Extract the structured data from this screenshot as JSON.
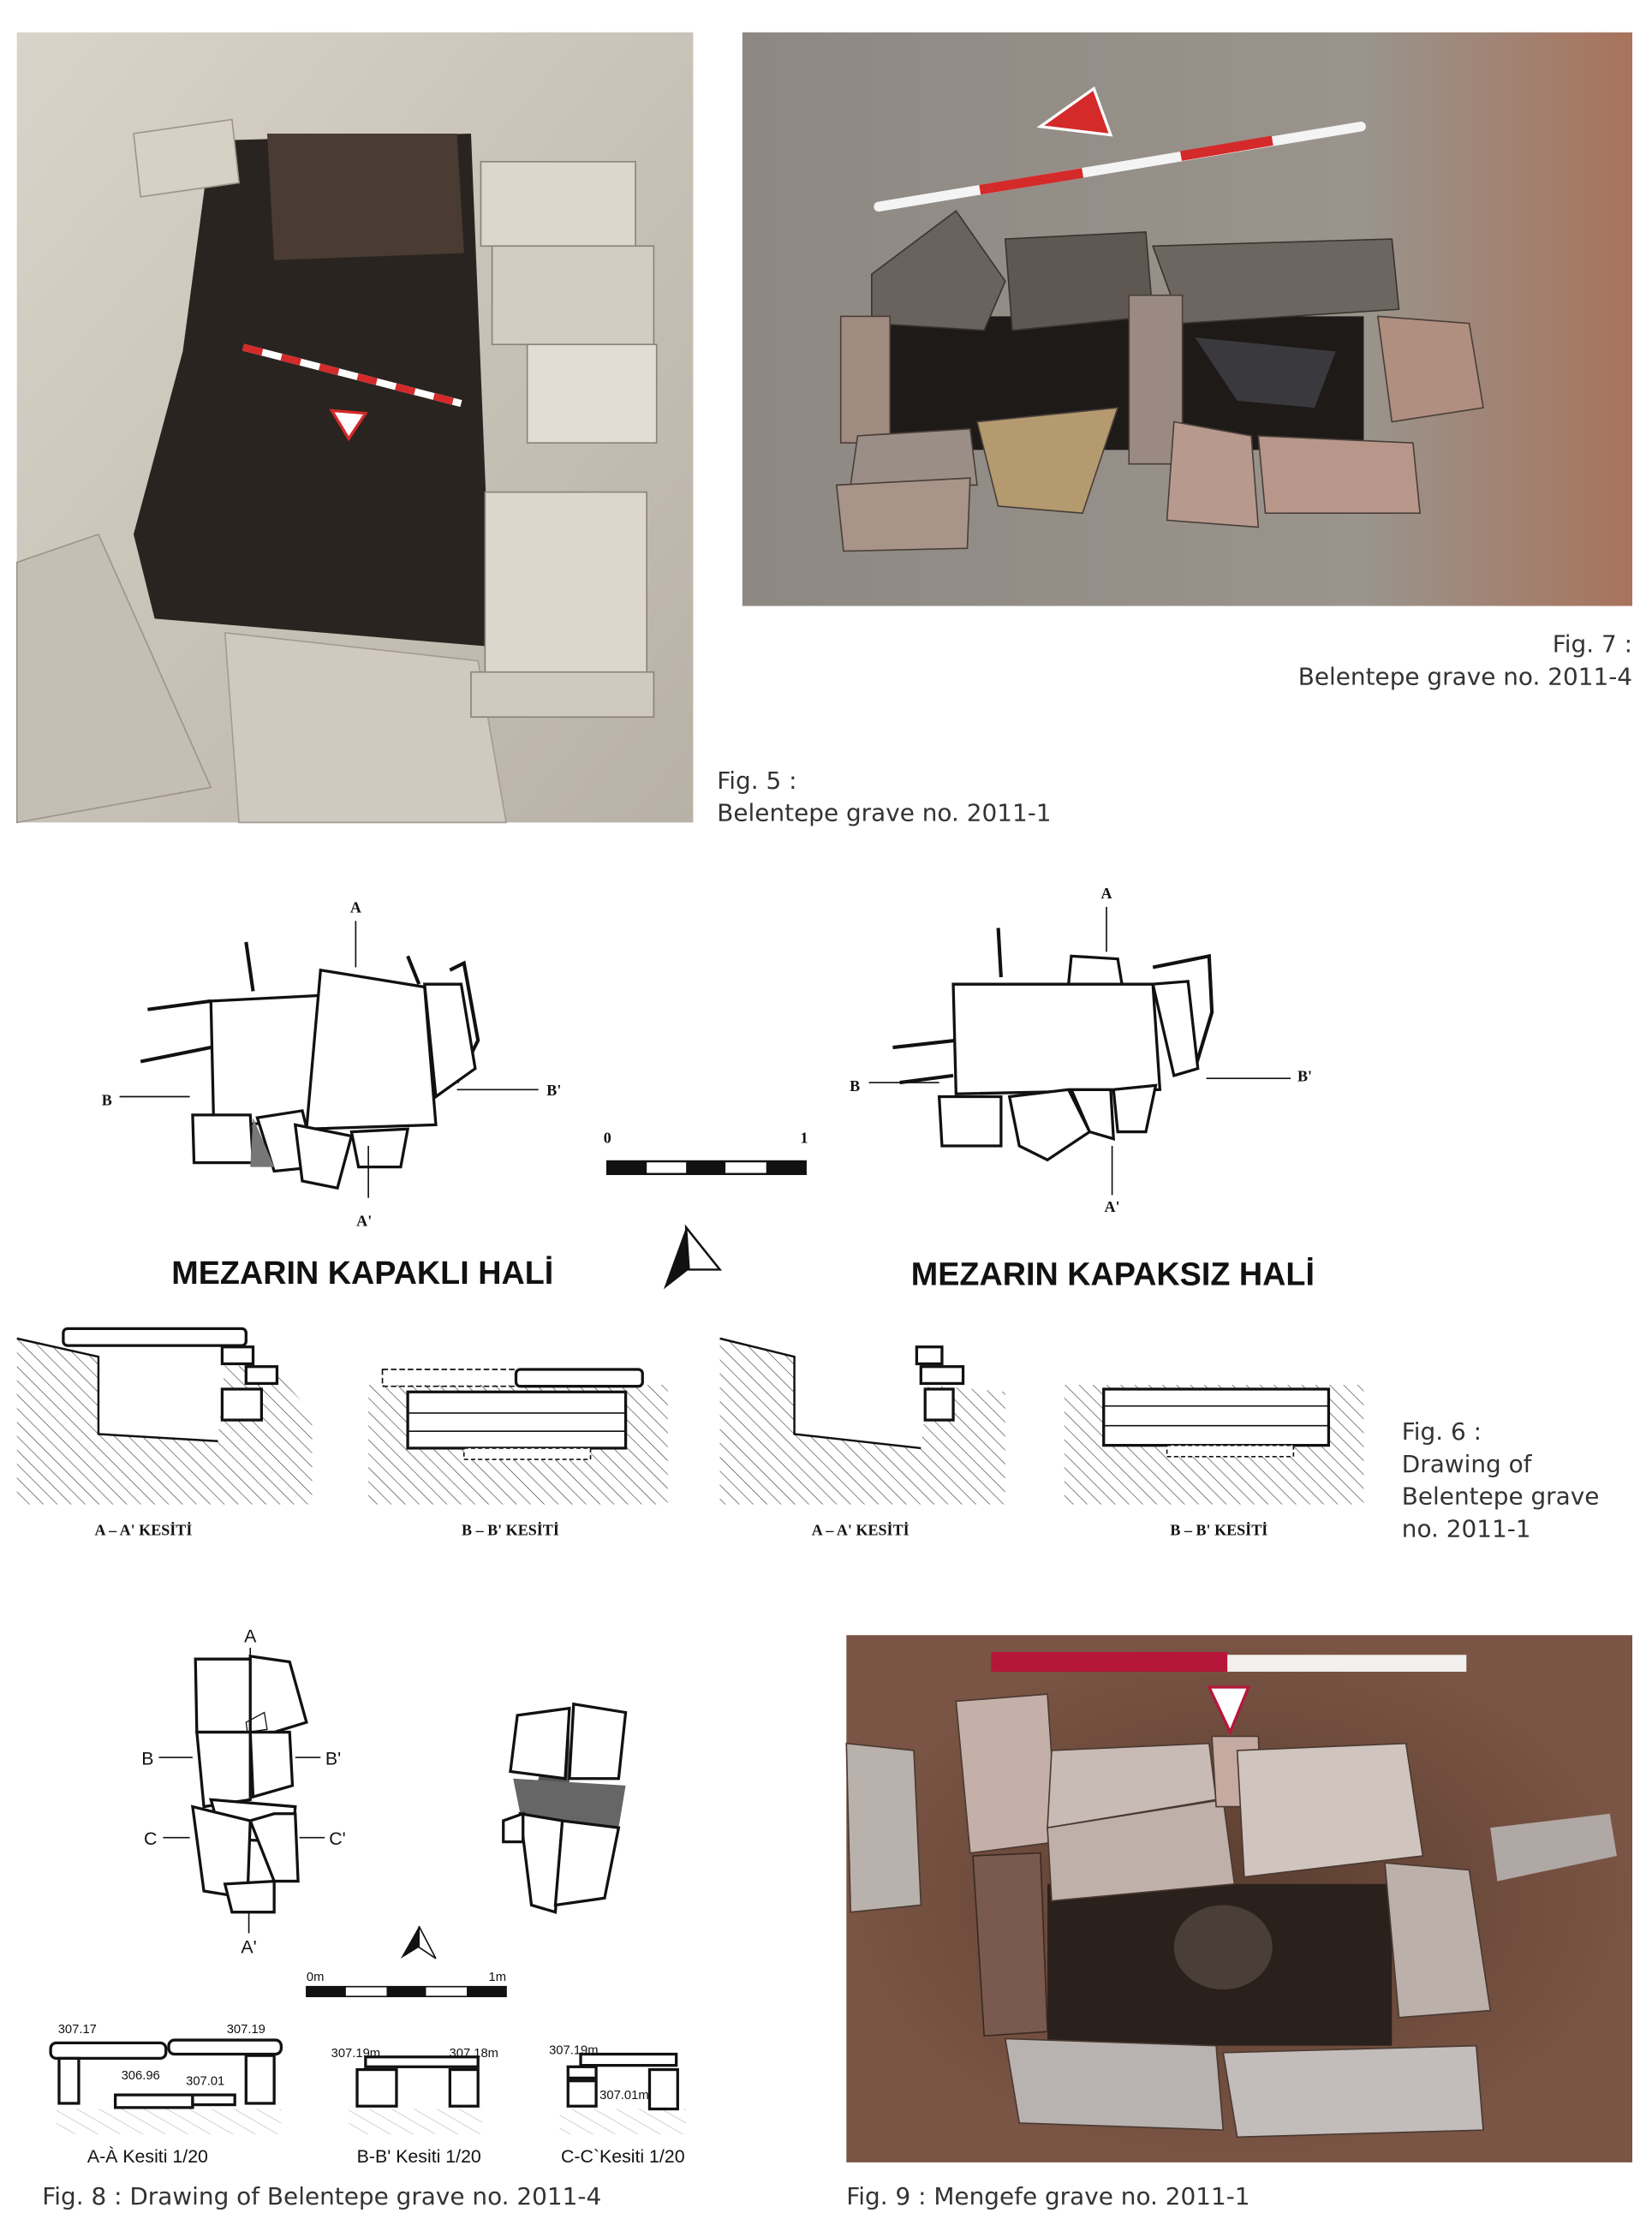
{
  "fig5": {
    "caption_line1": "Fig. 5 :",
    "caption_line2": "Belentepe grave no. 2011-1"
  },
  "fig7": {
    "caption_line1": "Fig. 7 :",
    "caption_line2": "Belentepe grave no. 2011-4"
  },
  "fig6": {
    "title_covered": "MEZARIN KAPAKLI HALİ",
    "title_uncovered": "MEZARIN KAPAKSIZ HALİ",
    "plan_labels": {
      "a": "A",
      "a_prime": "A'",
      "b": "B",
      "b_prime": "B'"
    },
    "scale": {
      "start": "0",
      "end": "1"
    },
    "sections": [
      "A – A' KESİTİ",
      "B – B' KESİTİ",
      "A – A' KESİTİ",
      "B – B' KESİTİ"
    ],
    "caption_lines": [
      "Fig. 6 :",
      "Drawing of",
      "Belentepe grave",
      "no. 2011-1"
    ]
  },
  "fig8": {
    "plan_labels": {
      "a": "A",
      "a_prime": "A'",
      "b": "B",
      "b_prime": "B'",
      "c": "C",
      "c_prime": "C'"
    },
    "scale": {
      "start": "0m",
      "end": "1m"
    },
    "elevations": [
      "307.17",
      "307.19",
      "306.96",
      "307.01",
      "307.19m",
      "307.18m",
      "307.19m",
      "307.01m"
    ],
    "sections": [
      "A-À Kesiti 1/20",
      "B-B' Kesiti 1/20",
      "C-C`Kesiti 1/20"
    ],
    "caption": "Fig. 8 : Drawing of Belentepe grave no. 2011-4"
  },
  "fig9": {
    "caption": "Fig. 9 : Mengefe grave no. 2011-1"
  },
  "colors": {
    "scale_red": "#d42a2a",
    "soil_dark": "#2a2420",
    "stone_light": "#d8d2c8"
  }
}
